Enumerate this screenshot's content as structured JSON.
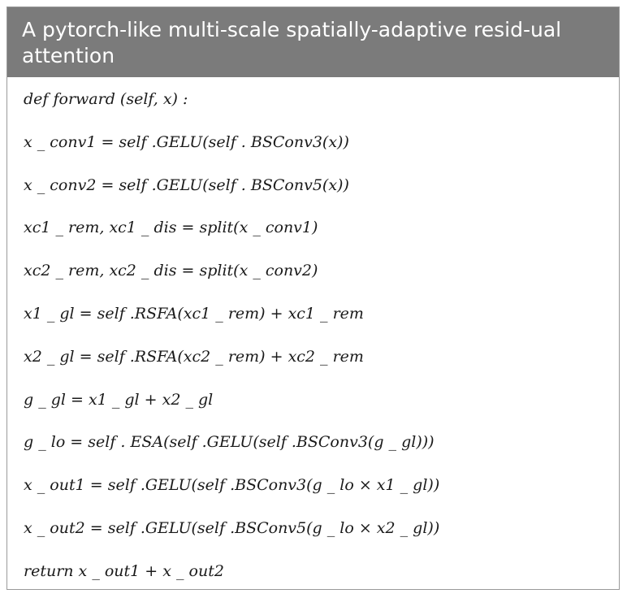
{
  "algorithm": {
    "title": "A pytorch-like multi-scale spatially-adaptive resid-ual attention",
    "lines": [
      "def forward (self, x) :",
      "x _ conv1 = self .GELU(self . BSConv3(x))",
      "x _ conv2 = self .GELU(self . BSConv5(x))",
      "xc1 _ rem, xc1 _ dis = split(x _ conv1)",
      "xc2 _ rem, xc2 _ dis = split(x _ conv2)",
      "x1 _ gl = self .RSFA(xc1 _ rem) + xc1 _ rem",
      "x2 _ gl = self .RSFA(xc2 _ rem) + xc2 _ rem",
      "g _ gl = x1 _ gl + x2 _ gl",
      "g _ lo = self . ESA(self .GELU(self .BSConv3(g _ gl)))",
      "x _ out1 = self .GELU(self .BSConv3(g _ lo × x1 _ gl))",
      "x _ out2 = self .GELU(self .BSConv5(g _ lo × x2 _ gl))",
      "return x _ out1 + x _ out2"
    ]
  }
}
